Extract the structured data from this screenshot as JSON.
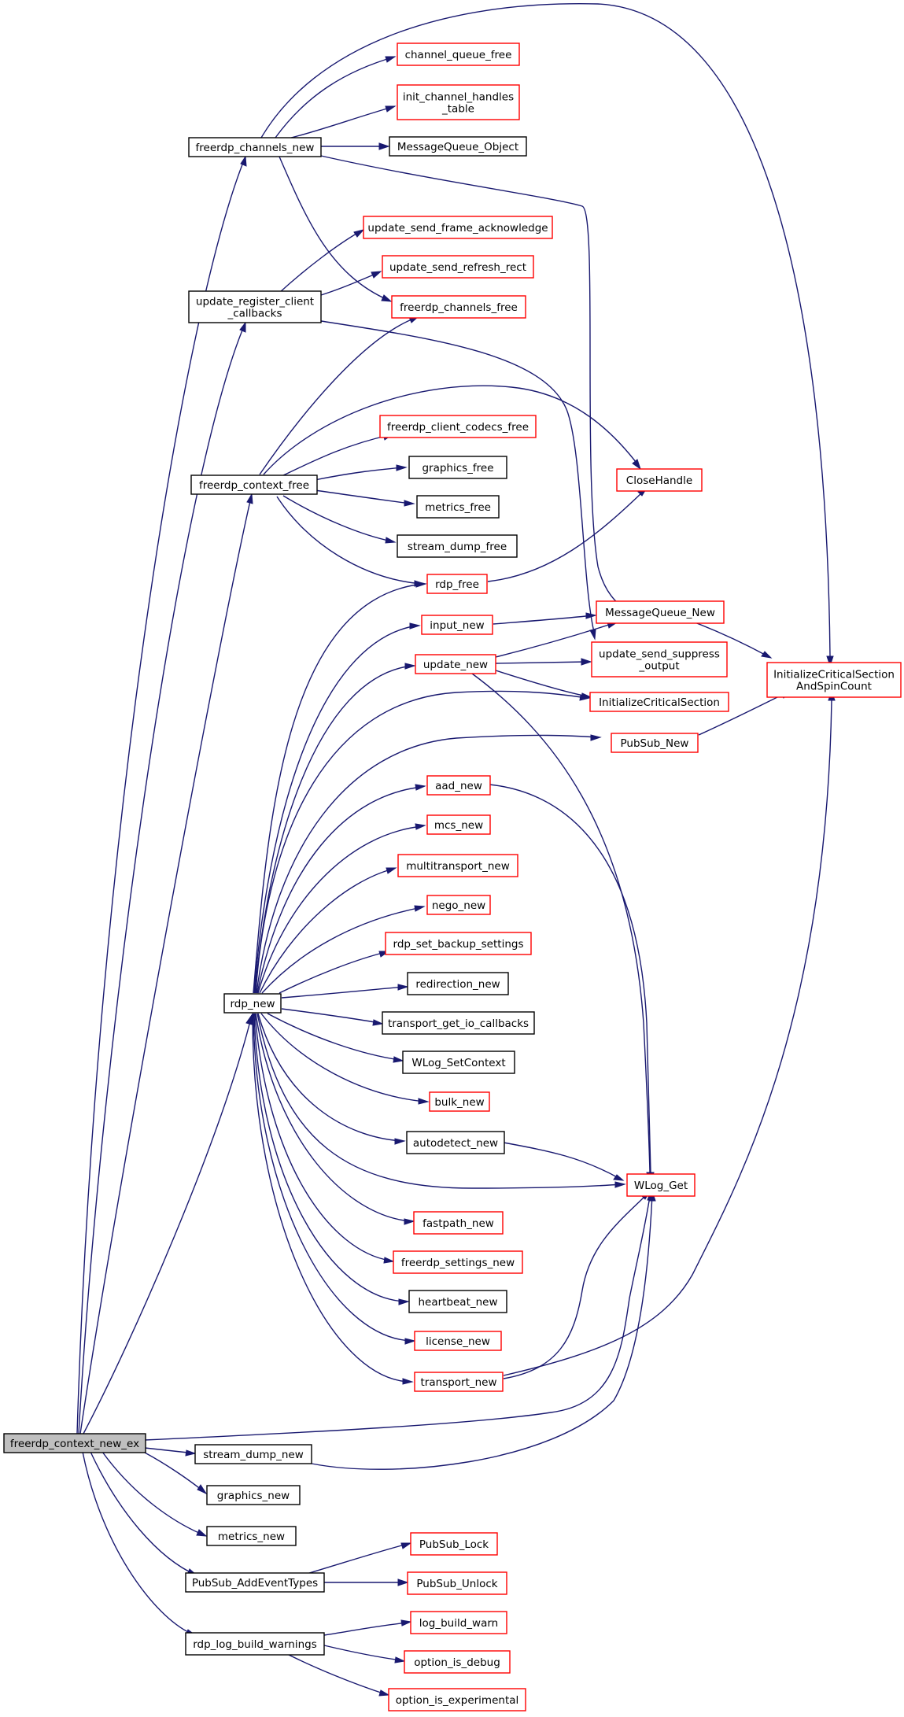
{
  "colors": {
    "edge": "#191970",
    "root_fill": "#bfbfbf",
    "root_border": "#000000",
    "border_black": "#000000",
    "border_red": "#ff0000",
    "fill": "#ffffff"
  },
  "nodes": {
    "n_root": {
      "lines": [
        "freerdp_context_new_ex"
      ],
      "style": "root"
    },
    "n_chnew": {
      "lines": [
        "freerdp_channels_new"
      ],
      "style": "black"
    },
    "n_chqfree": {
      "lines": [
        "channel_queue_free"
      ],
      "style": "red"
    },
    "n_initch": {
      "lines": [
        "init_channel_handles",
        "_table"
      ],
      "style": "red"
    },
    "n_mqobj": {
      "lines": [
        "MessageQueue_Object"
      ],
      "style": "black"
    },
    "n_usfa": {
      "lines": [
        "update_send_frame_acknowledge"
      ],
      "style": "red"
    },
    "n_urcc": {
      "lines": [
        "update_register_client",
        "_callbacks"
      ],
      "style": "black"
    },
    "n_usrr": {
      "lines": [
        "update_send_refresh_rect"
      ],
      "style": "red"
    },
    "n_chfree": {
      "lines": [
        "freerdp_channels_free"
      ],
      "style": "red"
    },
    "n_fccf": {
      "lines": [
        "freerdp_client_codecs_free"
      ],
      "style": "red"
    },
    "n_ctxfree": {
      "lines": [
        "freerdp_context_free"
      ],
      "style": "black"
    },
    "n_gfree": {
      "lines": [
        "graphics_free"
      ],
      "style": "black"
    },
    "n_close": {
      "lines": [
        "CloseHandle"
      ],
      "style": "red"
    },
    "n_mfree": {
      "lines": [
        "metrics_free"
      ],
      "style": "black"
    },
    "n_sdfree": {
      "lines": [
        "stream_dump_free"
      ],
      "style": "black"
    },
    "n_rdpfree": {
      "lines": [
        "rdp_free"
      ],
      "style": "red"
    },
    "n_inputnew": {
      "lines": [
        "input_new"
      ],
      "style": "red"
    },
    "n_mqnew": {
      "lines": [
        "MessageQueue_New"
      ],
      "style": "red"
    },
    "n_updnew": {
      "lines": [
        "update_new"
      ],
      "style": "red"
    },
    "n_ussupp": {
      "lines": [
        "update_send_suppress",
        "_output"
      ],
      "style": "red"
    },
    "n_icsasc": {
      "lines": [
        "InitializeCriticalSection",
        "AndSpinCount"
      ],
      "style": "red"
    },
    "n_ics": {
      "lines": [
        "InitializeCriticalSection"
      ],
      "style": "red"
    },
    "n_psnew": {
      "lines": [
        "PubSub_New"
      ],
      "style": "red"
    },
    "n_aad": {
      "lines": [
        "aad_new"
      ],
      "style": "red"
    },
    "n_mcs": {
      "lines": [
        "mcs_new"
      ],
      "style": "red"
    },
    "n_mt": {
      "lines": [
        "multitransport_new"
      ],
      "style": "red"
    },
    "n_nego": {
      "lines": [
        "nego_new"
      ],
      "style": "red"
    },
    "n_rsbs": {
      "lines": [
        "rdp_set_backup_settings"
      ],
      "style": "red"
    },
    "n_rdpnew": {
      "lines": [
        "rdp_new"
      ],
      "style": "black"
    },
    "n_redir": {
      "lines": [
        "redirection_new"
      ],
      "style": "black"
    },
    "n_tgio": {
      "lines": [
        "transport_get_io_callbacks"
      ],
      "style": "black"
    },
    "n_wlsc": {
      "lines": [
        "WLog_SetContext"
      ],
      "style": "black"
    },
    "n_bulk": {
      "lines": [
        "bulk_new"
      ],
      "style": "red"
    },
    "n_autod": {
      "lines": [
        "autodetect_new"
      ],
      "style": "black"
    },
    "n_wlget": {
      "lines": [
        "WLog_Get"
      ],
      "style": "red"
    },
    "n_fastp": {
      "lines": [
        "fastpath_new"
      ],
      "style": "red"
    },
    "n_fsn": {
      "lines": [
        "freerdp_settings_new"
      ],
      "style": "red"
    },
    "n_hb": {
      "lines": [
        "heartbeat_new"
      ],
      "style": "black"
    },
    "n_lic": {
      "lines": [
        "license_new"
      ],
      "style": "red"
    },
    "n_tnew": {
      "lines": [
        "transport_new"
      ],
      "style": "red"
    },
    "n_sdnew": {
      "lines": [
        "stream_dump_new"
      ],
      "style": "black"
    },
    "n_gnew": {
      "lines": [
        "graphics_new"
      ],
      "style": "black"
    },
    "n_mnew": {
      "lines": [
        "metrics_new"
      ],
      "style": "black"
    },
    "n_psaet": {
      "lines": [
        "PubSub_AddEventTypes"
      ],
      "style": "black"
    },
    "n_pslock": {
      "lines": [
        "PubSub_Lock"
      ],
      "style": "red"
    },
    "n_psunlock": {
      "lines": [
        "PubSub_Unlock"
      ],
      "style": "red"
    },
    "n_rlbw": {
      "lines": [
        "rdp_log_build_warnings"
      ],
      "style": "black"
    },
    "n_lbw": {
      "lines": [
        "log_build_warn"
      ],
      "style": "red"
    },
    "n_oid": {
      "lines": [
        "option_is_debug"
      ],
      "style": "red"
    },
    "n_oie": {
      "lines": [
        "option_is_experimental"
      ],
      "style": "red"
    }
  },
  "edges": [
    [
      "n_root",
      "n_chnew"
    ],
    [
      "n_root",
      "n_urcc"
    ],
    [
      "n_root",
      "n_ctxfree"
    ],
    [
      "n_root",
      "n_rdpnew"
    ],
    [
      "n_root",
      "n_wlget"
    ],
    [
      "n_root",
      "n_sdnew"
    ],
    [
      "n_root",
      "n_gnew"
    ],
    [
      "n_root",
      "n_mnew"
    ],
    [
      "n_root",
      "n_psaet"
    ],
    [
      "n_root",
      "n_rlbw"
    ],
    [
      "n_chnew",
      "n_icsasc"
    ],
    [
      "n_chnew",
      "n_chqfree"
    ],
    [
      "n_chnew",
      "n_initch"
    ],
    [
      "n_chnew",
      "n_mqobj"
    ],
    [
      "n_chnew",
      "n_mqnew"
    ],
    [
      "n_chnew",
      "n_chfree"
    ],
    [
      "n_urcc",
      "n_usfa"
    ],
    [
      "n_urcc",
      "n_usrr"
    ],
    [
      "n_urcc",
      "n_ussupp"
    ],
    [
      "n_ctxfree",
      "n_chfree"
    ],
    [
      "n_ctxfree",
      "n_close"
    ],
    [
      "n_ctxfree",
      "n_fccf"
    ],
    [
      "n_ctxfree",
      "n_gfree"
    ],
    [
      "n_ctxfree",
      "n_mfree"
    ],
    [
      "n_ctxfree",
      "n_sdfree"
    ],
    [
      "n_ctxfree",
      "n_rdpfree"
    ],
    [
      "n_rdpfree",
      "n_close"
    ],
    [
      "n_inputnew",
      "n_mqnew"
    ],
    [
      "n_updnew",
      "n_mqnew"
    ],
    [
      "n_updnew",
      "n_ussupp"
    ],
    [
      "n_updnew",
      "n_ics"
    ],
    [
      "n_updnew",
      "n_wlget"
    ],
    [
      "n_mqnew",
      "n_icsasc"
    ],
    [
      "n_psnew",
      "n_icsasc"
    ],
    [
      "n_aad",
      "n_wlget"
    ],
    [
      "n_autod",
      "n_wlget"
    ],
    [
      "n_tnew",
      "n_icsasc"
    ],
    [
      "n_tnew",
      "n_wlget"
    ],
    [
      "n_rdpnew",
      "n_rdpfree"
    ],
    [
      "n_rdpnew",
      "n_inputnew"
    ],
    [
      "n_rdpnew",
      "n_updnew"
    ],
    [
      "n_rdpnew",
      "n_ics"
    ],
    [
      "n_rdpnew",
      "n_psnew"
    ],
    [
      "n_rdpnew",
      "n_aad"
    ],
    [
      "n_rdpnew",
      "n_mcs"
    ],
    [
      "n_rdpnew",
      "n_mt"
    ],
    [
      "n_rdpnew",
      "n_nego"
    ],
    [
      "n_rdpnew",
      "n_rsbs"
    ],
    [
      "n_rdpnew",
      "n_redir"
    ],
    [
      "n_rdpnew",
      "n_tgio"
    ],
    [
      "n_rdpnew",
      "n_wlsc"
    ],
    [
      "n_rdpnew",
      "n_bulk"
    ],
    [
      "n_rdpnew",
      "n_autod"
    ],
    [
      "n_rdpnew",
      "n_wlget"
    ],
    [
      "n_rdpnew",
      "n_fastp"
    ],
    [
      "n_rdpnew",
      "n_fsn"
    ],
    [
      "n_rdpnew",
      "n_hb"
    ],
    [
      "n_rdpnew",
      "n_lic"
    ],
    [
      "n_rdpnew",
      "n_tnew"
    ],
    [
      "n_sdnew",
      "n_wlget"
    ],
    [
      "n_psaet",
      "n_pslock"
    ],
    [
      "n_psaet",
      "n_psunlock"
    ],
    [
      "n_rlbw",
      "n_lbw"
    ],
    [
      "n_rlbw",
      "n_oid"
    ],
    [
      "n_rlbw",
      "n_oie"
    ]
  ]
}
